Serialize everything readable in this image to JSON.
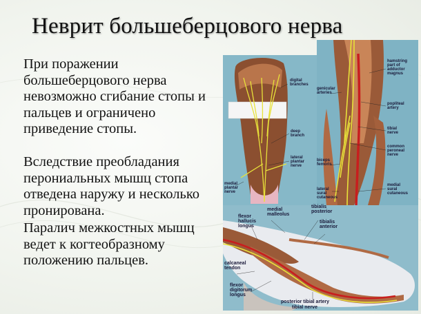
{
  "slide": {
    "title": "Неврит большеберцового нерва",
    "paragraphs": [
      "При поражении большеберцового нерва невозможно сгибание стопы и пальцев и ограничено приведение стопы.",
      "Вследствие преобладания перониальных мышц стопа отведена наружу и несколько пронирована.",
      "Паралич межкостных мышц ведет к когтеобразному положению пальцев."
    ]
  },
  "figure": {
    "foot_labels": {
      "digital_branches": [
        "digital",
        "branches"
      ],
      "deep_branch": [
        "deep",
        "branch"
      ],
      "lateral_plantar_nerve": [
        "lateral",
        "plantar",
        "nerve"
      ],
      "medial_plantar_nerve": [
        "medial",
        "plantar",
        "nerve"
      ]
    },
    "knee_labels": {
      "hamstring": [
        "hamstring",
        "part of",
        "adductor",
        "magnus"
      ],
      "genicular_arteries": [
        "genicular",
        "arteries"
      ],
      "popliteal_artery": [
        "popliteal",
        "artery"
      ],
      "tibial_nerve": [
        "tibial",
        "nerve"
      ],
      "common_peroneal_nerve": [
        "common",
        "peroneal",
        "nerve"
      ],
      "biceps_femoris": [
        "biceps",
        "femoris"
      ],
      "lateral_sural_cutaneous": [
        "lateral",
        "sural",
        "cutaneous"
      ],
      "medial_sural_cutaneous": [
        "medial",
        "sural",
        "cutaneous"
      ]
    },
    "ankle_labels": {
      "medial_malleolus": [
        "medial",
        "malleolus"
      ],
      "tibialis_posterior": [
        "tibialis",
        "posterior"
      ],
      "tibialis_anterior": [
        "tibialis",
        "anterior"
      ],
      "flexor_hallucis_longus": [
        "flexor",
        "hallucis",
        "longus"
      ],
      "calcaneal_tendon": [
        "calcaneal",
        "tendon"
      ],
      "flexor_digitorum_longus": [
        "flexor",
        "digitorum",
        "longus"
      ],
      "posterior_tibial_artery": "posterior tibial artery",
      "tibial_nerve": "tibial nerve"
    },
    "colors": {
      "background_teal": "#7fb3c4",
      "muscle": "#9a5a38",
      "nerve": "#e8e23a",
      "artery": "#c81e1e"
    }
  }
}
